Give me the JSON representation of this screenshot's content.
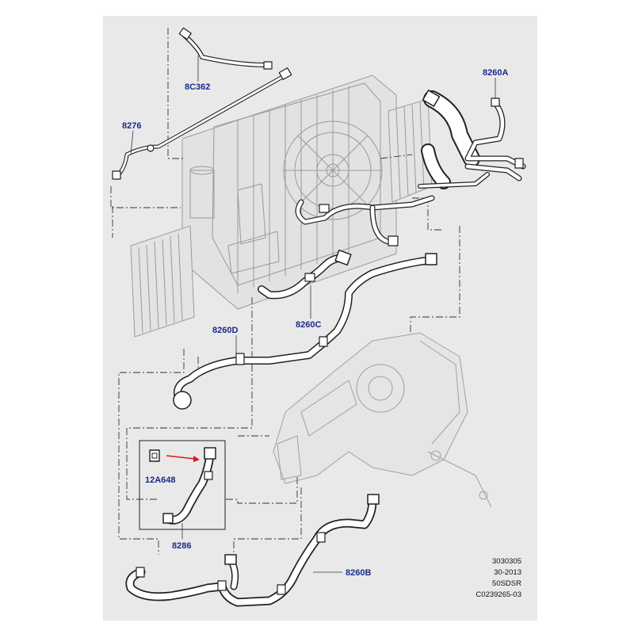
{
  "diagram": {
    "colors": {
      "background": "#e9e9e9",
      "page": "#ffffff",
      "callout_text": "#1b2a8a",
      "outline": "#222222",
      "arrow": "#d11c1c"
    },
    "callouts": {
      "p8c362": "8C362",
      "p8276": "8276",
      "p8260a": "8260A",
      "p8260c": "8260C",
      "p8260d": "8260D",
      "p12a648": "12A648",
      "p8286": "8286",
      "p8260b": "8260B"
    },
    "reference": {
      "line1": "3030305",
      "line2": "30-2013",
      "line3": "50SDSR",
      "line4": "C0239265-03"
    }
  }
}
